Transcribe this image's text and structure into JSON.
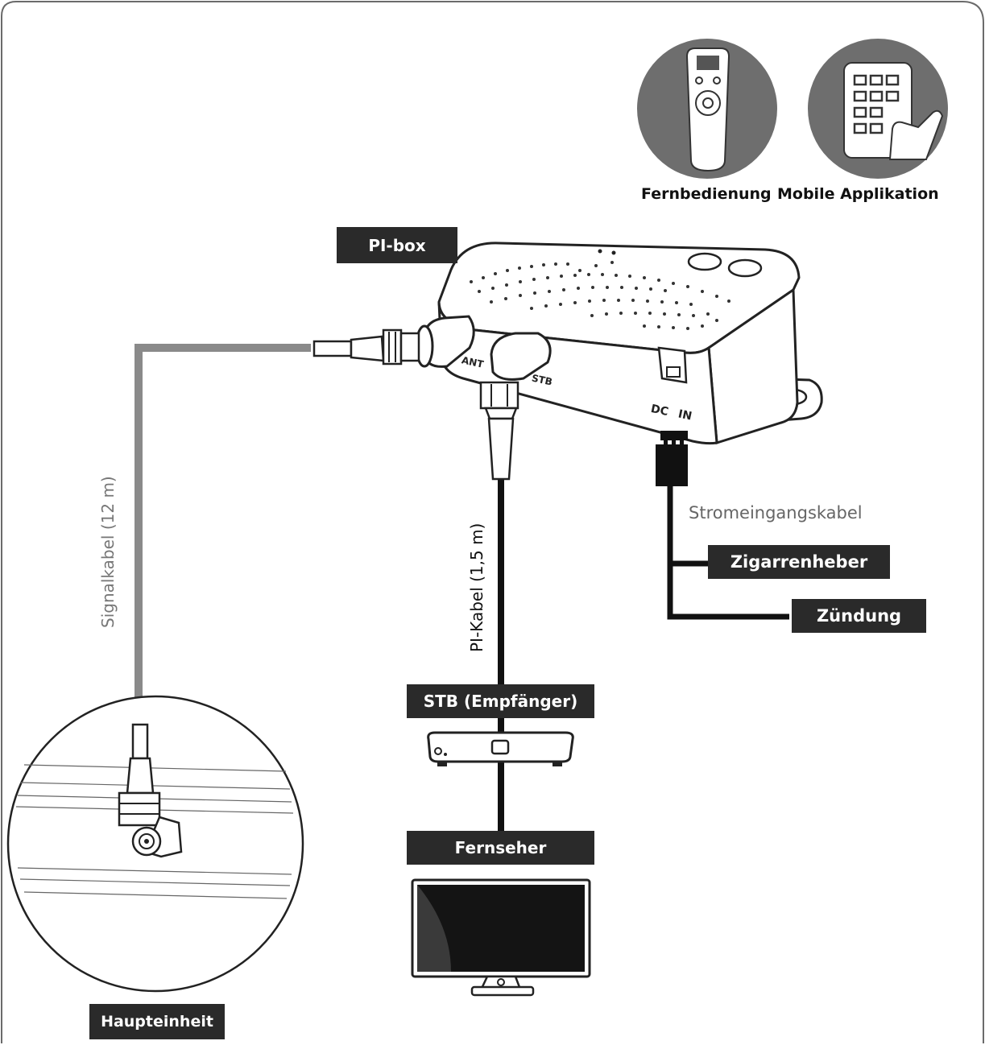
{
  "labels": {
    "pi_box": "PI-box",
    "remote": "Fernbedienung",
    "mobile_app": "Mobile Applikation",
    "signal_cable": "Signalkabel (12 m)",
    "pi_cable": "PI-Kabel (1,5 m)",
    "power_cable": "Stromeingangskabel",
    "cigarette": "Zigarrenheber",
    "ignition": "Zündung",
    "stb": "STB (Empfänger)",
    "tv": "Fernseher",
    "main_unit": "Haupteinheit",
    "port_ant": "ANT",
    "port_stb": "STB",
    "port_dc": "DC",
    "port_in": "IN"
  },
  "colors": {
    "label_bg": "#2a2a2a",
    "signal_cable": "#8a8a8a",
    "cable_dark": "#111111",
    "circle_fill": "#6e6e6e"
  },
  "icons": [
    "remote-control-icon",
    "smartphone-app-icon",
    "set-top-box-icon",
    "television-icon"
  ]
}
